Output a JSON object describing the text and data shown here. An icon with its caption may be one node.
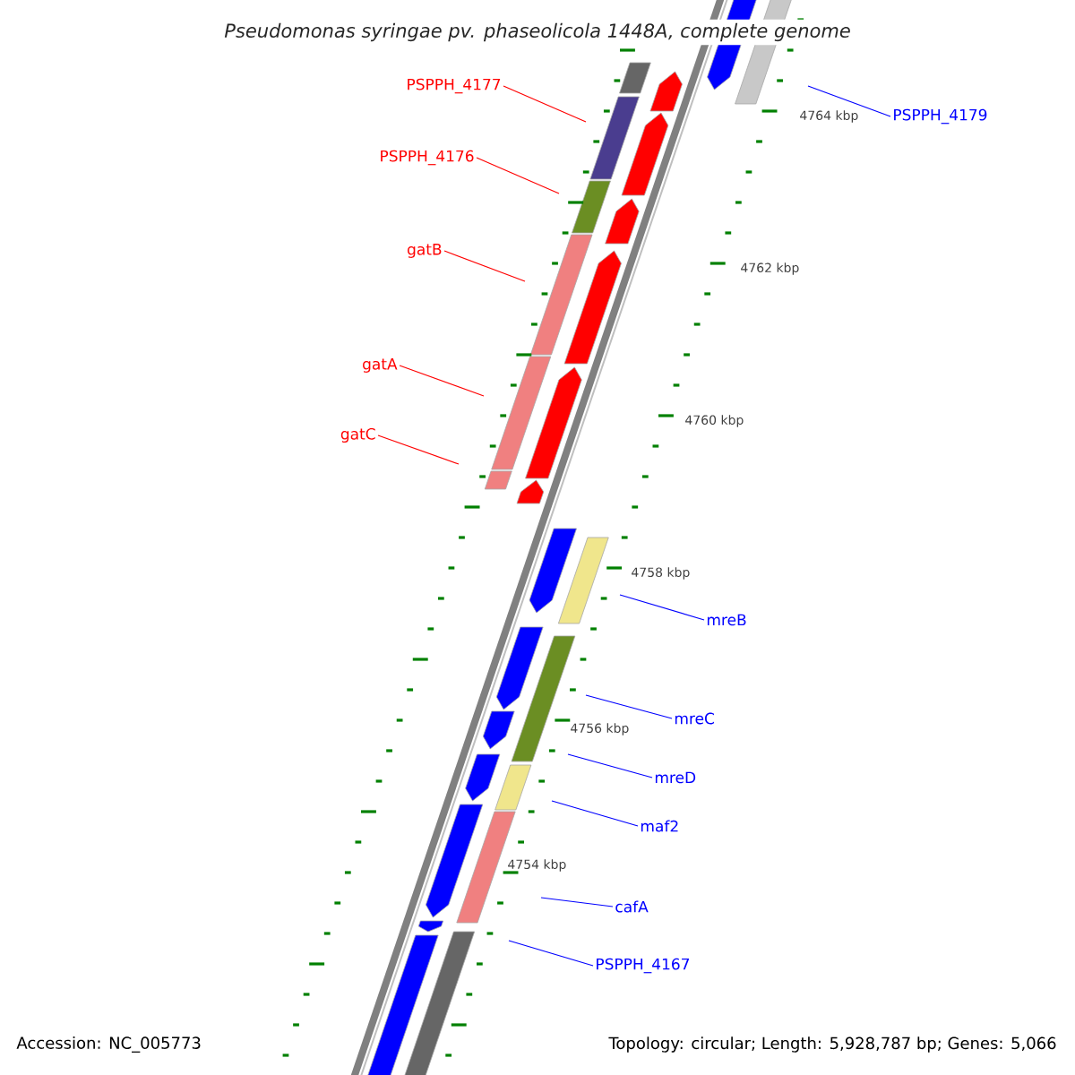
{
  "diagram": {
    "title": "Pseudomonas syringae pv. phaseolicola 1448A, complete genome",
    "nodes": [
      {
        "text": [
          "PSPPH_4177"
        ]
      },
      {
        "text": [
          "PSPPH_4179"
        ]
      },
      {
        "text": [
          "PSPPH_4176"
        ]
      },
      {
        "text": [
          "gatB"
        ]
      },
      {
        "text": [
          "gatA"
        ]
      },
      {
        "text": [
          "gatC"
        ]
      },
      {
        "text": [
          "mreB"
        ]
      },
      {
        "text": [
          "mreC"
        ]
      },
      {
        "text": [
          "mreD"
        ]
      },
      {
        "text": [
          "maf2"
        ]
      },
      {
        "text": [
          "cafA"
        ]
      },
      {
        "text": [
          "PSPPH_4167"
        ]
      }
    ],
    "edges": [
      {
        "from": 0,
        "to": null,
        "arrow": "none",
        "color": "#ff0000"
      },
      {
        "from": 1,
        "to": null,
        "arrow": "none"
      },
      {
        "from": 2,
        "to": null,
        "arrow": "none",
        "color": "#ff0000"
      },
      {
        "from": 3,
        "to": null,
        "arrow": "none",
        "color": "#ff0000"
      },
      {
        "from": 4,
        "to": null,
        "arrow": "none",
        "color": "#ff0000"
      },
      {
        "from": 5,
        "to": null,
        "arrow": "none",
        "color": "#ff0000"
      },
      {
        "from": 6,
        "to": null,
        "arrow": "none"
      },
      {
        "from": 7,
        "to": null,
        "arrow": "none"
      },
      {
        "from": 8,
        "to": null,
        "arrow": "none"
      },
      {
        "from": 9,
        "to": null,
        "arrow": "none"
      },
      {
        "from": 10,
        "to": null,
        "arrow": "none"
      },
      {
        "from": 11,
        "to": null,
        "arrow": "none"
      }
    ],
    "labels": [
      "4764 kbp",
      "4762 kbp",
      "4760 kbp",
      "4758 kbp",
      "4756 kbp",
      "4754 kbp",
      "Accession: NC_005773",
      "Topology: circular; Length: 5,928,787 bp; Genes: 5,066"
    ]
  }
}
